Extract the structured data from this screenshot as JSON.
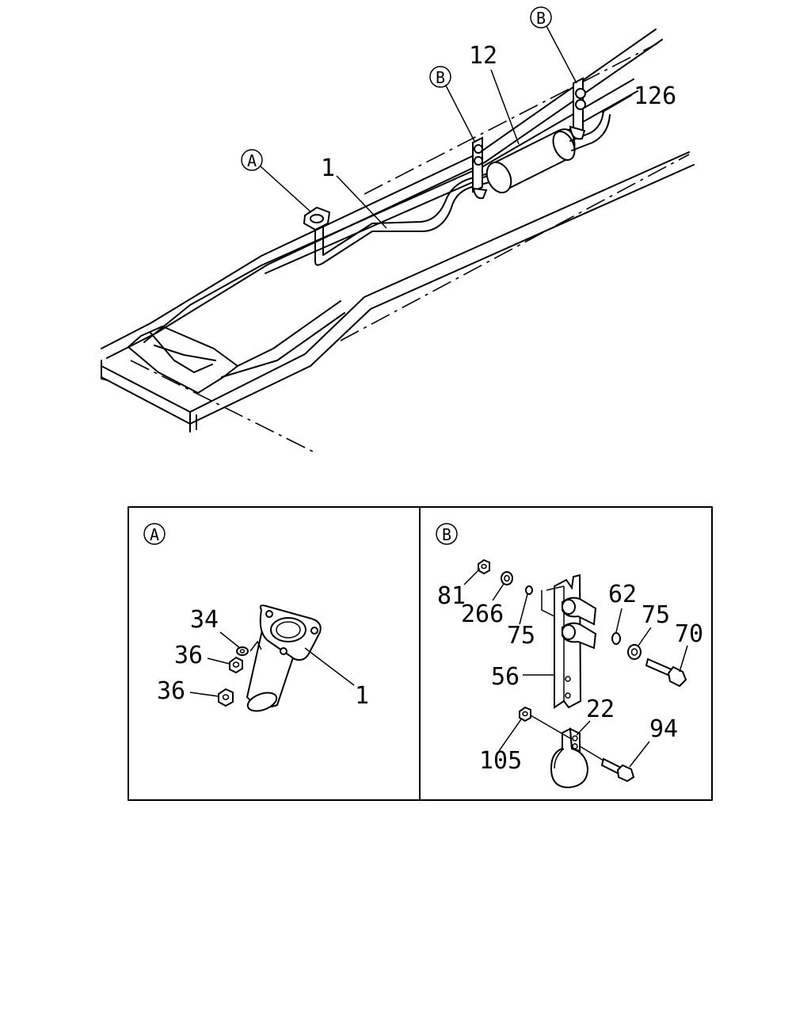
{
  "callouts": {
    "A": "A",
    "B": "B"
  },
  "labels": {
    "part_1": "1",
    "part_12": "12",
    "part_126": "126",
    "part_34": "34",
    "part_36": "36",
    "part_81": "81",
    "part_266": "266",
    "part_75": "75",
    "part_62": "62",
    "part_70": "70",
    "part_56": "56",
    "part_22": "22",
    "part_94": "94",
    "part_105": "105"
  },
  "colors": {
    "line": "#000000",
    "background": "#ffffff"
  }
}
